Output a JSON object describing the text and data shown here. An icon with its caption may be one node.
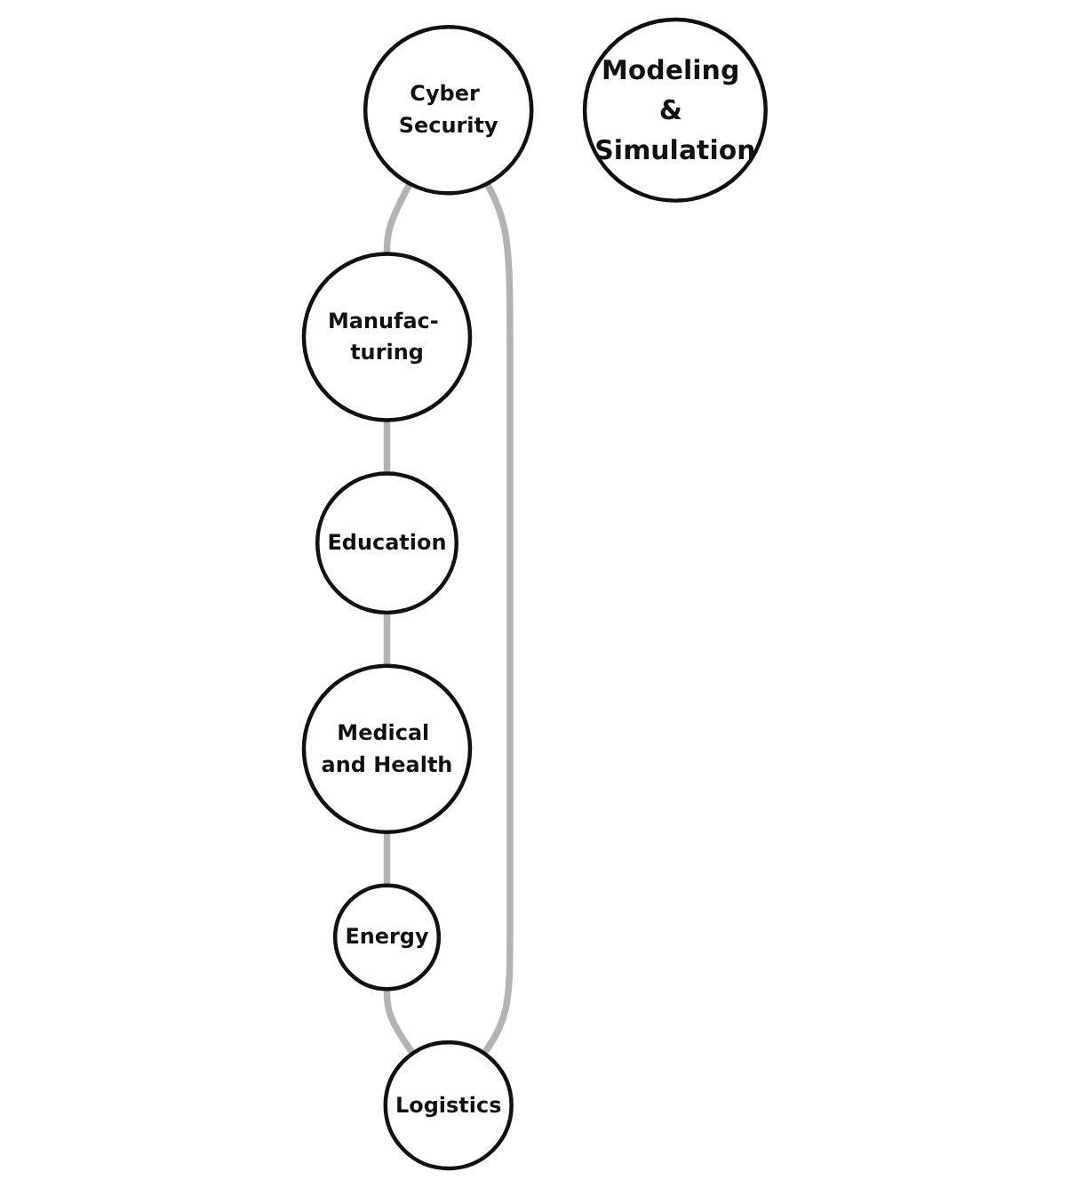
{
  "diagram": {
    "nodes": [
      {
        "text": [
          "Cyber Security"
        ]
      },
      {
        "text": [
          "Logistics"
        ]
      },
      {
        "text": [
          "Manufac- turing"
        ]
      },
      {
        "text": [
          "Modeling & Simulation"
        ]
      },
      {
        "text": [
          "Energy"
        ]
      },
      {
        "text": [
          "Education"
        ]
      },
      {
        "text": [
          "Medical and Health"
        ]
      }
    ],
    "edges": [
      {
        "from": 0,
        "to": 2,
        "arrow": "none"
      },
      {
        "from": 2,
        "to": 5,
        "arrow": "none"
      },
      {
        "from": 5,
        "to": 6,
        "arrow": "none"
      },
      {
        "from": 6,
        "to": 4,
        "arrow": "none"
      },
      {
        "from": 4,
        "to": 1,
        "arrow": "none"
      },
      {
        "from": 1,
        "to": 0,
        "arrow": "none"
      }
    ]
  }
}
